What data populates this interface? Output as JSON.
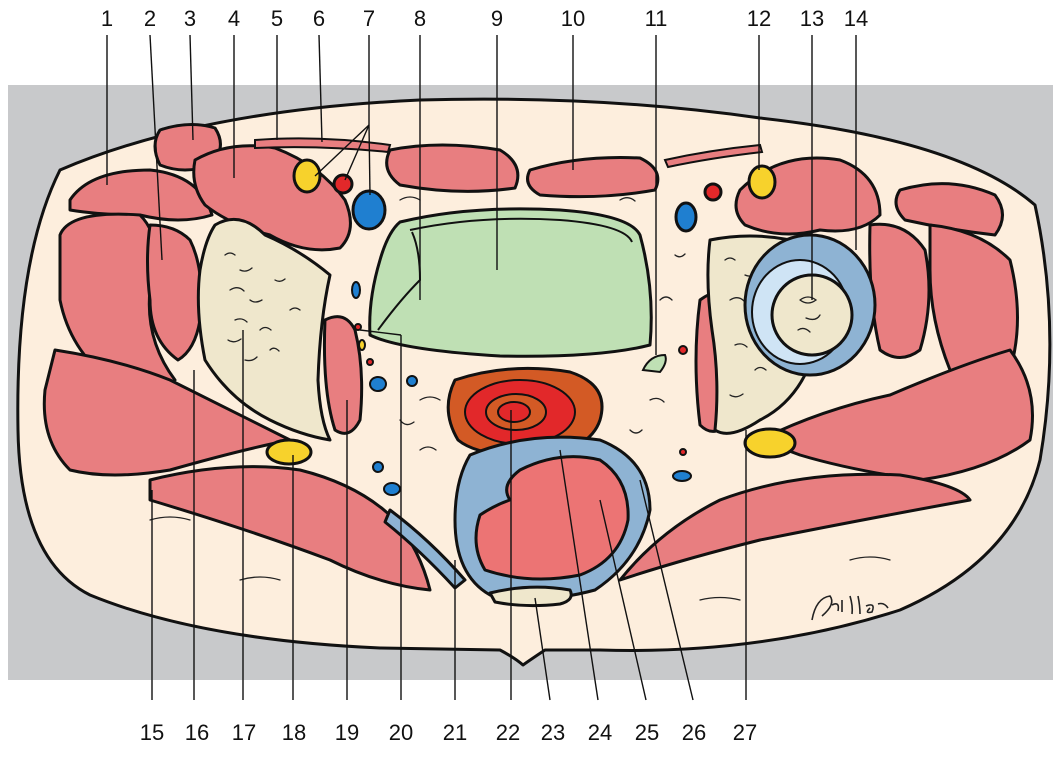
{
  "labels_top": [
    "1",
    "2",
    "3",
    "4",
    "5",
    "6",
    "7",
    "8",
    "9",
    "10",
    "11",
    "12",
    "13",
    "14"
  ],
  "labels_bottom": [
    "15",
    "16",
    "17",
    "18",
    "19",
    "20",
    "21",
    "22",
    "23",
    "24",
    "25",
    "26",
    "27"
  ],
  "colors": {
    "background_bar": "#c8c9cb",
    "skin": "#fdeedd",
    "muscle": "#e87e80",
    "bone": "#efe7cc",
    "nerve": "#f7d22c",
    "artery": "#e2282a",
    "vein": "#1f7fd0",
    "bladder": "#bfe0b4",
    "rectum_outer": "#d35a25",
    "rectum_inner": "#e2282a",
    "fascia": "#8eb3d3",
    "uterus": "#ec7474"
  }
}
